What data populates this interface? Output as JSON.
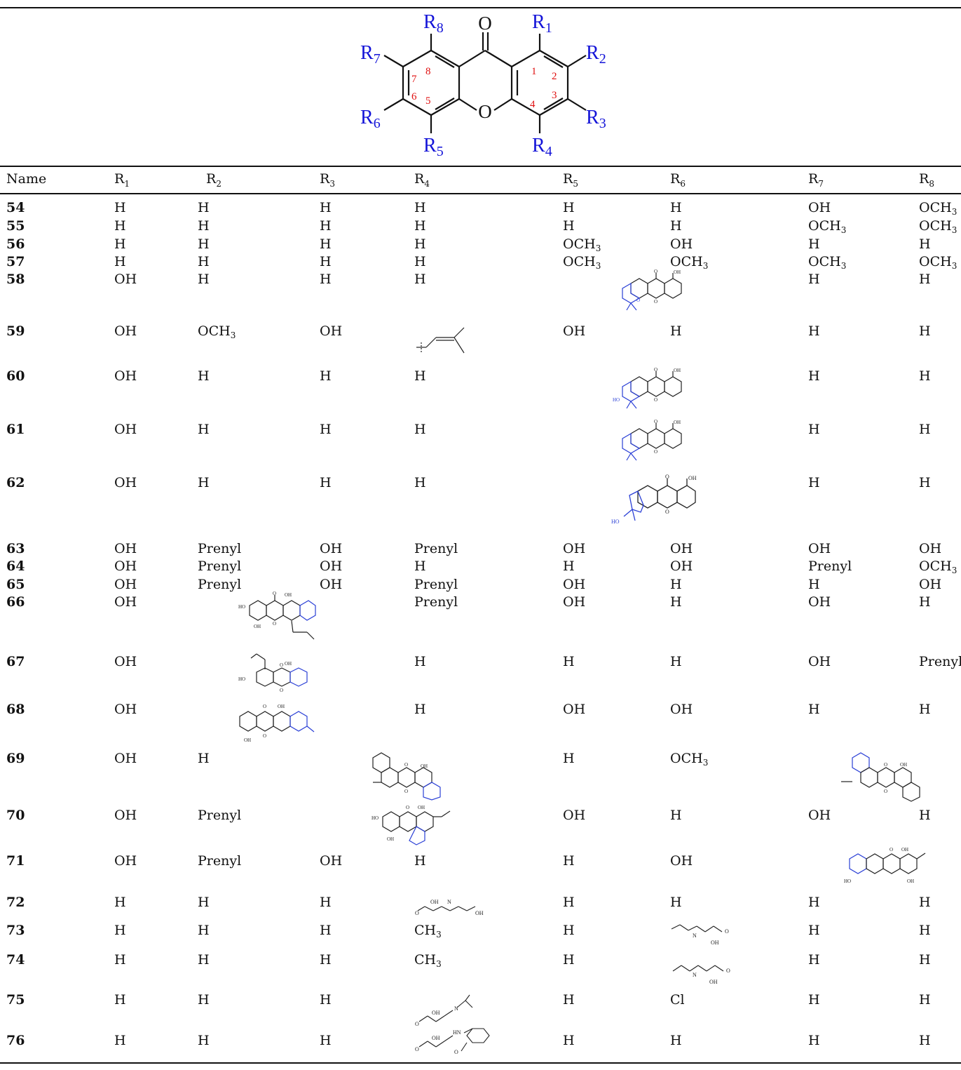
{
  "scaffold": {
    "o_top": "O",
    "o_ring": "O",
    "r_labels": [
      "R1",
      "R2",
      "R3",
      "R4",
      "R5",
      "R6",
      "R7",
      "R8"
    ],
    "positions": [
      "1",
      "2",
      "3",
      "4",
      "5",
      "6",
      "7",
      "8"
    ],
    "label_color": "#1414d8",
    "number_color": "#e01010"
  },
  "columns": [
    "Name",
    "R1",
    "R2",
    "R3",
    "R4",
    "R5",
    "R6",
    "R7",
    "R8"
  ],
  "rows": [
    {
      "name": "54",
      "r": [
        "H",
        "H",
        "H",
        "H",
        "H",
        "H",
        "OH",
        "OCH3"
      ]
    },
    {
      "name": "55",
      "r": [
        "H",
        "H",
        "H",
        "H",
        "H",
        "H",
        "OCH3",
        "OCH3"
      ]
    },
    {
      "name": "56",
      "r": [
        "H",
        "H",
        "H",
        "H",
        "OCH3",
        "OH",
        "H",
        "H"
      ]
    },
    {
      "name": "57",
      "r": [
        "H",
        "H",
        "H",
        "H",
        "OCH3",
        "OCH3",
        "OCH3",
        "OCH3"
      ]
    },
    {
      "name": "58",
      "r": [
        "OH",
        "H",
        "H",
        "H",
        "",
        "",
        "H",
        "H"
      ]
    },
    {
      "name": "59",
      "r": [
        "OH",
        "OCH3",
        "OH",
        "",
        "OH",
        "H",
        "H",
        "H"
      ]
    },
    {
      "name": "60",
      "r": [
        "OH",
        "H",
        "H",
        "H",
        "",
        "",
        "H",
        "H"
      ]
    },
    {
      "name": "61",
      "r": [
        "OH",
        "H",
        "H",
        "H",
        "",
        "",
        "H",
        "H"
      ]
    },
    {
      "name": "62",
      "r": [
        "OH",
        "H",
        "H",
        "H",
        "",
        "",
        "H",
        "H"
      ]
    },
    {
      "name": "63",
      "r": [
        "OH",
        "Prenyl",
        "OH",
        "Prenyl",
        "OH",
        "OH",
        "OH",
        "OH"
      ]
    },
    {
      "name": "64",
      "r": [
        "OH",
        "Prenyl",
        "OH",
        "H",
        "H",
        "OH",
        "Prenyl",
        "OCH3"
      ]
    },
    {
      "name": "65",
      "r": [
        "OH",
        "Prenyl",
        "OH",
        "Prenyl",
        "OH",
        "H",
        "H",
        "OH"
      ]
    },
    {
      "name": "66",
      "r": [
        "OH",
        "",
        "",
        "Prenyl",
        "OH",
        "H",
        "OH",
        "H"
      ]
    },
    {
      "name": "67",
      "r": [
        "OH",
        "",
        "",
        "H",
        "H",
        "H",
        "OH",
        "Prenyl"
      ]
    },
    {
      "name": "68",
      "r": [
        "OH",
        "",
        "",
        "H",
        "OH",
        "OH",
        "H",
        "H"
      ]
    },
    {
      "name": "69",
      "r": [
        "OH",
        "H",
        "",
        "",
        "H",
        "OCH3",
        "",
        ""
      ]
    },
    {
      "name": "70",
      "r": [
        "OH",
        "Prenyl",
        "",
        "",
        "OH",
        "H",
        "OH",
        "H"
      ]
    },
    {
      "name": "71",
      "r": [
        "OH",
        "Prenyl",
        "OH",
        "H",
        "H",
        "OH",
        "",
        ""
      ]
    },
    {
      "name": "72",
      "r": [
        "H",
        "H",
        "H",
        "",
        "H",
        "H",
        "H",
        "H"
      ]
    },
    {
      "name": "73",
      "r": [
        "H",
        "H",
        "H",
        "CH3",
        "H",
        "",
        "H",
        "H"
      ]
    },
    {
      "name": "74",
      "r": [
        "H",
        "H",
        "H",
        "CH3",
        "H",
        "",
        "H",
        "H"
      ]
    },
    {
      "name": "75",
      "r": [
        "H",
        "H",
        "H",
        "",
        "H",
        "Cl",
        "H",
        "H"
      ]
    },
    {
      "name": "76",
      "r": [
        "H",
        "H",
        "H",
        "",
        "H",
        "H",
        "H",
        "H"
      ]
    }
  ],
  "struct_text": {
    "o": "O",
    "oh": "OH",
    "ho": "HO",
    "hn": "HN",
    "n": "N",
    "nh": "H"
  }
}
